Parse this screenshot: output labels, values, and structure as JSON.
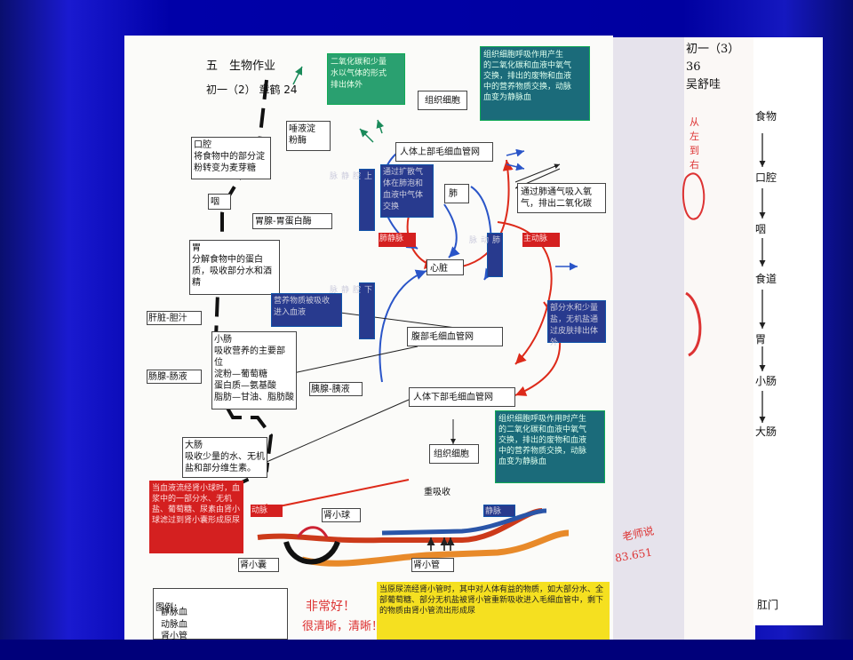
{
  "title": "五　生物作业",
  "author": "初一（2） 章鹤 24",
  "green_top": "二氧化碳和少量\n水以气体的形式\n排出体外",
  "teal_top_right": "组织细胞呼吸作用产生\n的二氧化碳和血液中氧气\n交换，排出的废物和血液\n中的营养物质交换，动脉\n血变为静脉血",
  "tissue_cell_top": "组织细胞",
  "saliva": "唾液淀\n粉酶",
  "mouth": "口腔\n将食物中的部分淀\n粉转变为麦芽糖",
  "upper_capillary": "人体上部毛细血管网",
  "lung_exchange": "通过扩散气\n体在肺泡和\n血液中气体\n交换",
  "lung": "肺",
  "breathe": "通过肺通气吸入氧\n气，排出二氧化碳",
  "esophagus": "咽",
  "gastric": "胃腺-胃蛋白酶",
  "svc": "上\n腔\n静\n脉",
  "pulmonary_vein": "肺静脉",
  "pulmonary_artery": "肺\n动\n脉",
  "aorta": "主动脉",
  "heart": "心脏",
  "stomach": "胃\n分解食物中的蛋白\n质，吸收部分水和酒\n精",
  "nutrient_absorb": "营养物质被吸收\n进入血液",
  "ivc": "下\n腔\n静\n脉",
  "skin": "部分水和少量\n盐，无机盐通\n过皮肤排出体外",
  "liver": "肝脏-胆汁",
  "small_intestine": "小肠\n吸收营养的主要部\n位\n淀粉—葡萄糖\n蛋白质—氨基酸\n脂肪—甘油、脂肪酸",
  "abdomen_capillary": "腹部毛细血管网",
  "intestinal_gland": "肠腺-肠液",
  "pancreas": "胰腺-胰液",
  "lower_capillary": "人体下部毛细血管网",
  "teal_lower": "组织细胞呼吸作用时产生\n的二氧化碳和血液中氧气\n交换，排出的废物和血液\n中的营养物质交换，动脉\n血变为静脉血",
  "large_intestine": "大肠\n吸收少量的水、无机\n盐和部分维生素。",
  "tissue_cell_bottom": "组织细胞",
  "red_note": "当血液流经肾小球时，血浆中的一部分水、无机盐、葡萄糖、尿素由肾小球滤过到肾小囊形成原尿",
  "reabsorb": "重吸收",
  "artery_label": "动脉",
  "vein_label": "静脉",
  "glomerulus": "肾小球",
  "bowman": "肾小囊",
  "tubule": "肾小管",
  "legend_title": "图例：",
  "legend_items": [
    "静脉血",
    "动脉血",
    "肾小管"
  ],
  "yellow_note": "当原尿流经肾小管时，其中对人体有益的物质，如大部分水、全部葡萄糖、部分无机盐被肾小管重新吸收进入毛细血管中，剩下的物质由肾小管流出形成尿",
  "red_praise_1": "非常好！",
  "red_praise_2": "很清晰，清晰！",
  "red_teacher": "老师说",
  "red_num": "83.651",
  "side_header": "初一（3）\n36\n吴舒哇",
  "side_red": "从左到右",
  "food_flow": [
    "食物",
    "口腔",
    "咽",
    "食道",
    "胃",
    "小肠",
    "大肠"
  ],
  "bottom_right": "肛门"
}
